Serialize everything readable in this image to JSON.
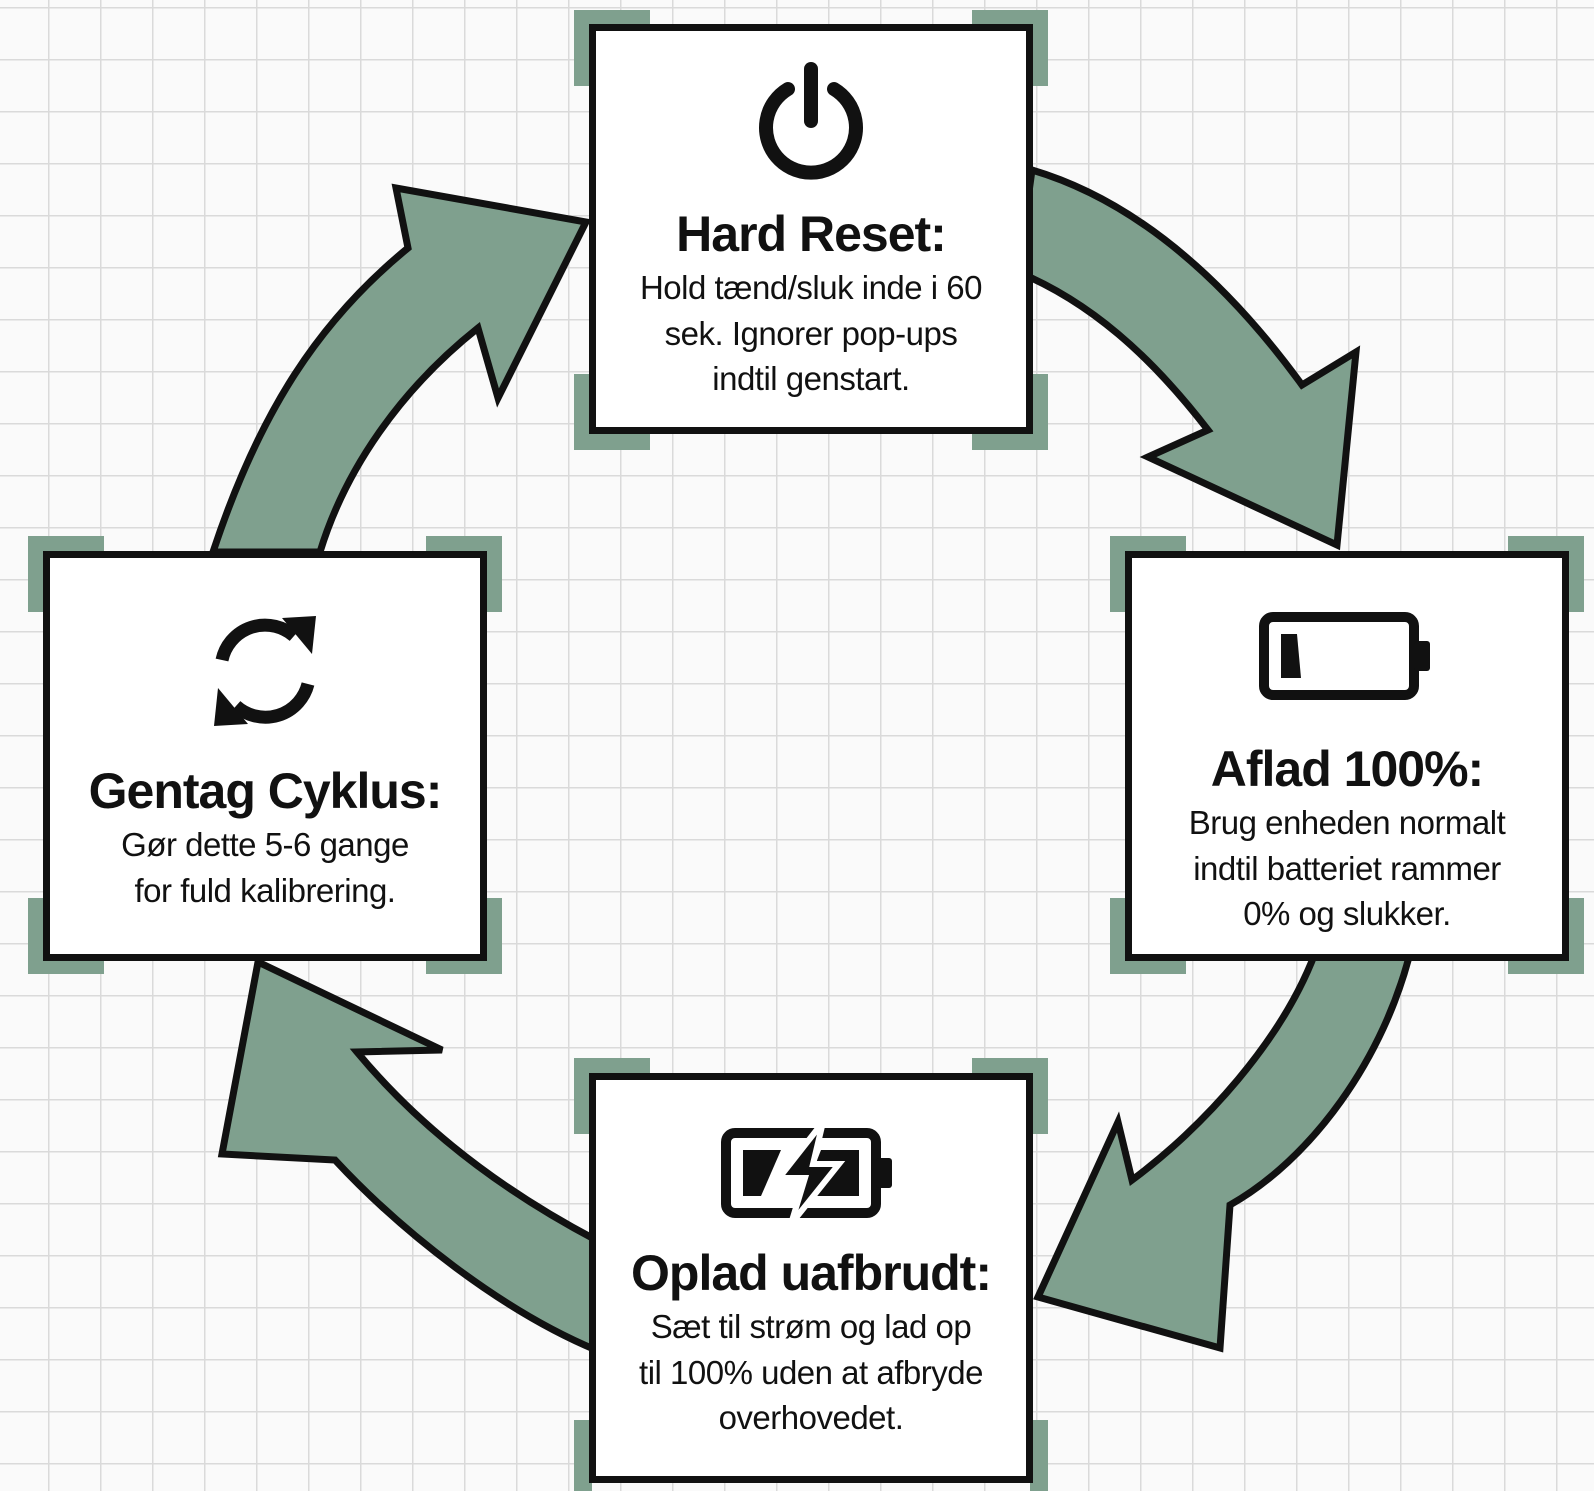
{
  "colors": {
    "accent": "#7fa08e",
    "outline": "#111111",
    "card_background": "#ffffff",
    "grid": "#dadada"
  },
  "steps": [
    {
      "icon": "power-icon",
      "title": "Hard Reset:",
      "body": "Hold tænd/sluk inde i 60\nsek. Ignorer pop-ups\nindtil genstart."
    },
    {
      "icon": "battery-low-icon",
      "title": "Aflad 100%:",
      "body": "Brug enheden normalt\nindtil batteriet rammer\n0% og slukker."
    },
    {
      "icon": "battery-charging-icon",
      "title": "Oplad uafbrudt:",
      "body": "Sæt til strøm og lad op\ntil 100% uden at afbryde\noverhovedet."
    },
    {
      "icon": "refresh-icon",
      "title": "Gentag Cyklus:",
      "body": "Gør dette 5-6 gange\nfor fuld kalibrering."
    }
  ]
}
